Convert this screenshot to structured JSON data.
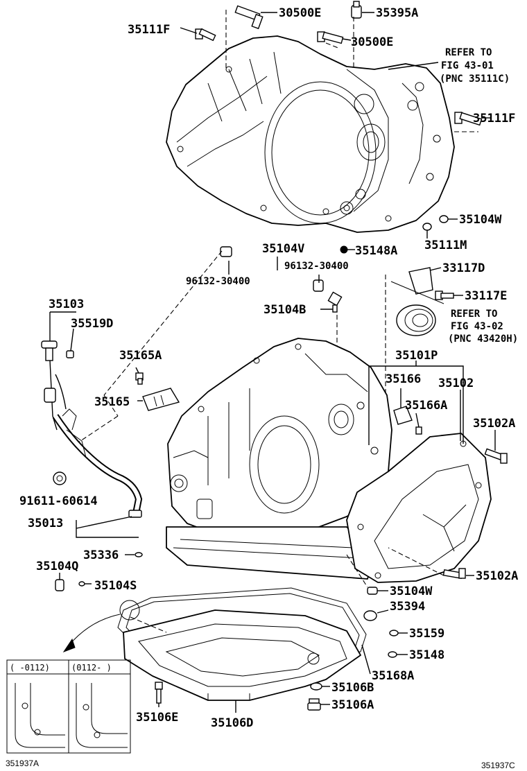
{
  "labels": {
    "l30500e_top": "30500E",
    "l35395a": "35395A",
    "l35111f_left": "35111F",
    "l30500e_mid": "30500E",
    "l35111f_right": "35111F",
    "l35104w_top": "35104W",
    "l35111m": "35111M",
    "l35148a": "35148A",
    "l35104v": "35104V",
    "l96132_a": "96132-30400",
    "l96132_b": "96132-30400",
    "l33117d": "33117D",
    "l33117e": "33117E",
    "l35104b": "35104B",
    "l35103": "35103",
    "l35519d": "35519D",
    "l35101p": "35101P",
    "l35165a": "35165A",
    "l35166": "35166",
    "l35102": "35102",
    "l35165": "35165",
    "l35166a": "35166A",
    "l35102a_top": "35102A",
    "l91611": "91611-60614",
    "l35013": "35013",
    "l35336": "35336",
    "l35104q": "35104Q",
    "l35104s": "35104S",
    "l35102a_bot": "35102A",
    "l35104w_bot": "35104W",
    "l35394": "35394",
    "l35159": "35159",
    "l35148": "35148",
    "l35168a": "35168A",
    "l35106b": "35106B",
    "l35106a": "35106A",
    "l35106e": "35106E",
    "l35106d": "35106D"
  },
  "refer_top": {
    "line1": "REFER TO",
    "line2": "FIG 43-01",
    "line3": "(PNC 35111C)"
  },
  "refer_mid": {
    "line1": "REFER TO",
    "line2": "FIG 43-02",
    "line3": "(PNC 43420H)"
  },
  "inset": {
    "left_header": "(    -0112)",
    "right_header": "(0112-    )"
  },
  "footer": {
    "left_code": "351937A",
    "right_code": "351937C"
  }
}
